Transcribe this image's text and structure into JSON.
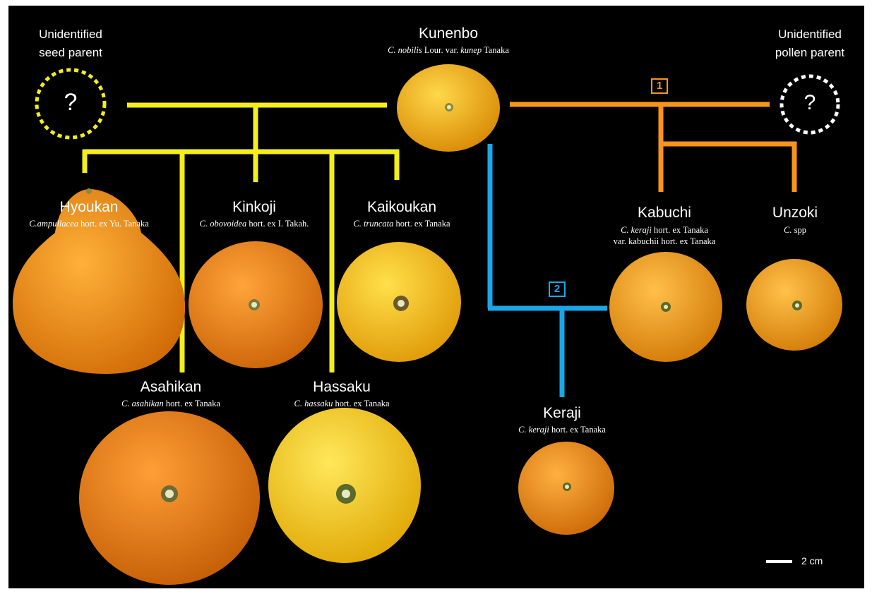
{
  "colors": {
    "background": "#000000",
    "seed_line": "#f4ee1c",
    "pollen_line": "#f7941d",
    "keraji_line": "#1ba6e8",
    "unknown_seed": "#f4ee1c",
    "unknown_pollen": "#ffffff",
    "text": "#ffffff"
  },
  "parents": {
    "seed": {
      "line1": "Unidentified",
      "line2": "seed parent",
      "mark": "?"
    },
    "pollen": {
      "line1": "Unidentified",
      "line2": "pollen parent",
      "mark": "?"
    }
  },
  "badges": {
    "pollen_cross": "1",
    "keraji_cross": "2"
  },
  "cultivars": {
    "kunenbo": {
      "name": "Kunenbo",
      "sci_genus": "C. nobilis",
      "sci_mid": " Lour. var. ",
      "sci_var": "kunep",
      "sci_tail": " Tanaka",
      "fruit_color": "#f3a90f"
    },
    "hyoukan": {
      "name": "Hyoukan",
      "sci_genus": "C.ampullacea",
      "sci_tail": " hort. ex Yu. Tanaka",
      "fruit_color": "#f08c0c"
    },
    "kinkoji": {
      "name": "Kinkoji",
      "sci_genus": "C. obovoidea",
      "sci_tail": " hort. ex I. Takah.",
      "fruit_color": "#ee8410"
    },
    "kaikoukan": {
      "name": "Kaikoukan",
      "sci_genus": "C. truncata",
      "sci_tail": " hort. ex Tanaka",
      "fruit_color": "#f7c11a"
    },
    "asahikan": {
      "name": "Asahikan",
      "sci_genus": "C. asahikan",
      "sci_tail": " hort. ex Tanaka",
      "fruit_color": "#ee8010"
    },
    "hassaku": {
      "name": "Hassaku",
      "sci_genus": "C. hassaku",
      "sci_tail": " hort. ex Tanaka",
      "fruit_color": "#f7c512"
    },
    "kabuchi": {
      "name": "Kabuchi",
      "sci_genus": "C. keraji",
      "sci_tail": " hort. ex Tanaka",
      "sci_line2": "var. kabuchii  hort. ex Tanaka",
      "fruit_color": "#f29912"
    },
    "unzoki": {
      "name": "Unzoki",
      "sci_genus": "C.",
      "sci_tail": " spp",
      "fruit_color": "#f29a12"
    },
    "keraji": {
      "name": "Keraji",
      "sci_genus": "C. keraji",
      "sci_tail": " hort. ex Tanaka",
      "fruit_color": "#ef8d12"
    }
  },
  "scale_bar": {
    "label": "2 cm"
  }
}
